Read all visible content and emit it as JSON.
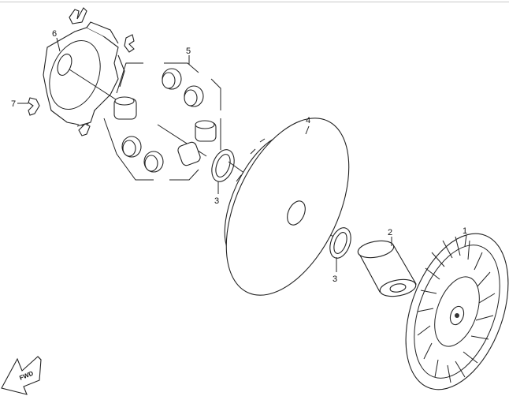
{
  "diagram": {
    "labels": {
      "p1": "1",
      "p2": "2",
      "p3a": "3",
      "p3b": "3",
      "p4": "4",
      "p5": "5",
      "p6": "6",
      "p7": "7"
    },
    "direction_marker": "FWD"
  }
}
